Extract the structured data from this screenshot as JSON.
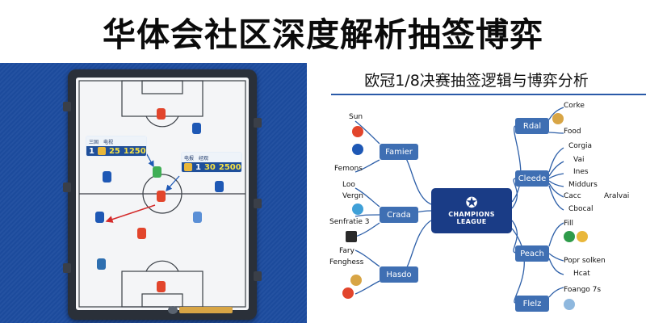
{
  "header": {
    "title": "华体会社区深度解析抽签博弈"
  },
  "tactics_board": {
    "scoreboard_1": {
      "icons": "●",
      "label_a": "三固",
      "label_b": "电视",
      "home": "1",
      "away": "25",
      "value": "1250"
    },
    "scoreboard_2": {
      "icons": "●",
      "label_a": "电报",
      "label_b": "经观",
      "home": "1",
      "away": "30",
      "value": "2500"
    }
  },
  "right": {
    "subtitle": "欧冠1/8决赛抽签逻辑与博弈分析",
    "center": {
      "line1": "CHAMPIONS",
      "line2": "LEAGUE"
    },
    "left_nodes": [
      {
        "label": "Famier",
        "leaves": [
          "Sun",
          "Femons"
        ]
      },
      {
        "label": "Crada",
        "leaves": [
          "Loo",
          "Vergn",
          "Senfratie 3"
        ]
      },
      {
        "label": "Hasdo",
        "leaves": [
          "Fary",
          "Fenghess"
        ]
      }
    ],
    "right_nodes": [
      {
        "label": "Rdal",
        "leaves": [
          "Corke",
          "Food"
        ]
      },
      {
        "label": "Cleede",
        "leaves": [
          "Corgia",
          "Vai",
          "Ines",
          "Middurs",
          "Cacc",
          "Aralvai",
          "Cbocal"
        ]
      },
      {
        "label": "Peach",
        "leaves": [
          "Fill",
          "Popr solken",
          "Hcat"
        ]
      },
      {
        "label": "Flelz",
        "leaves": [
          "Foango 7s"
        ]
      }
    ]
  },
  "colors": {
    "panel_blue": "#1d4c9f",
    "node_blue": "#3f6fb3",
    "center_navy": "#1a3c86",
    "home_team": "#e2452c",
    "away_team": "#1e58b5",
    "arrow": "#d42a2a"
  }
}
